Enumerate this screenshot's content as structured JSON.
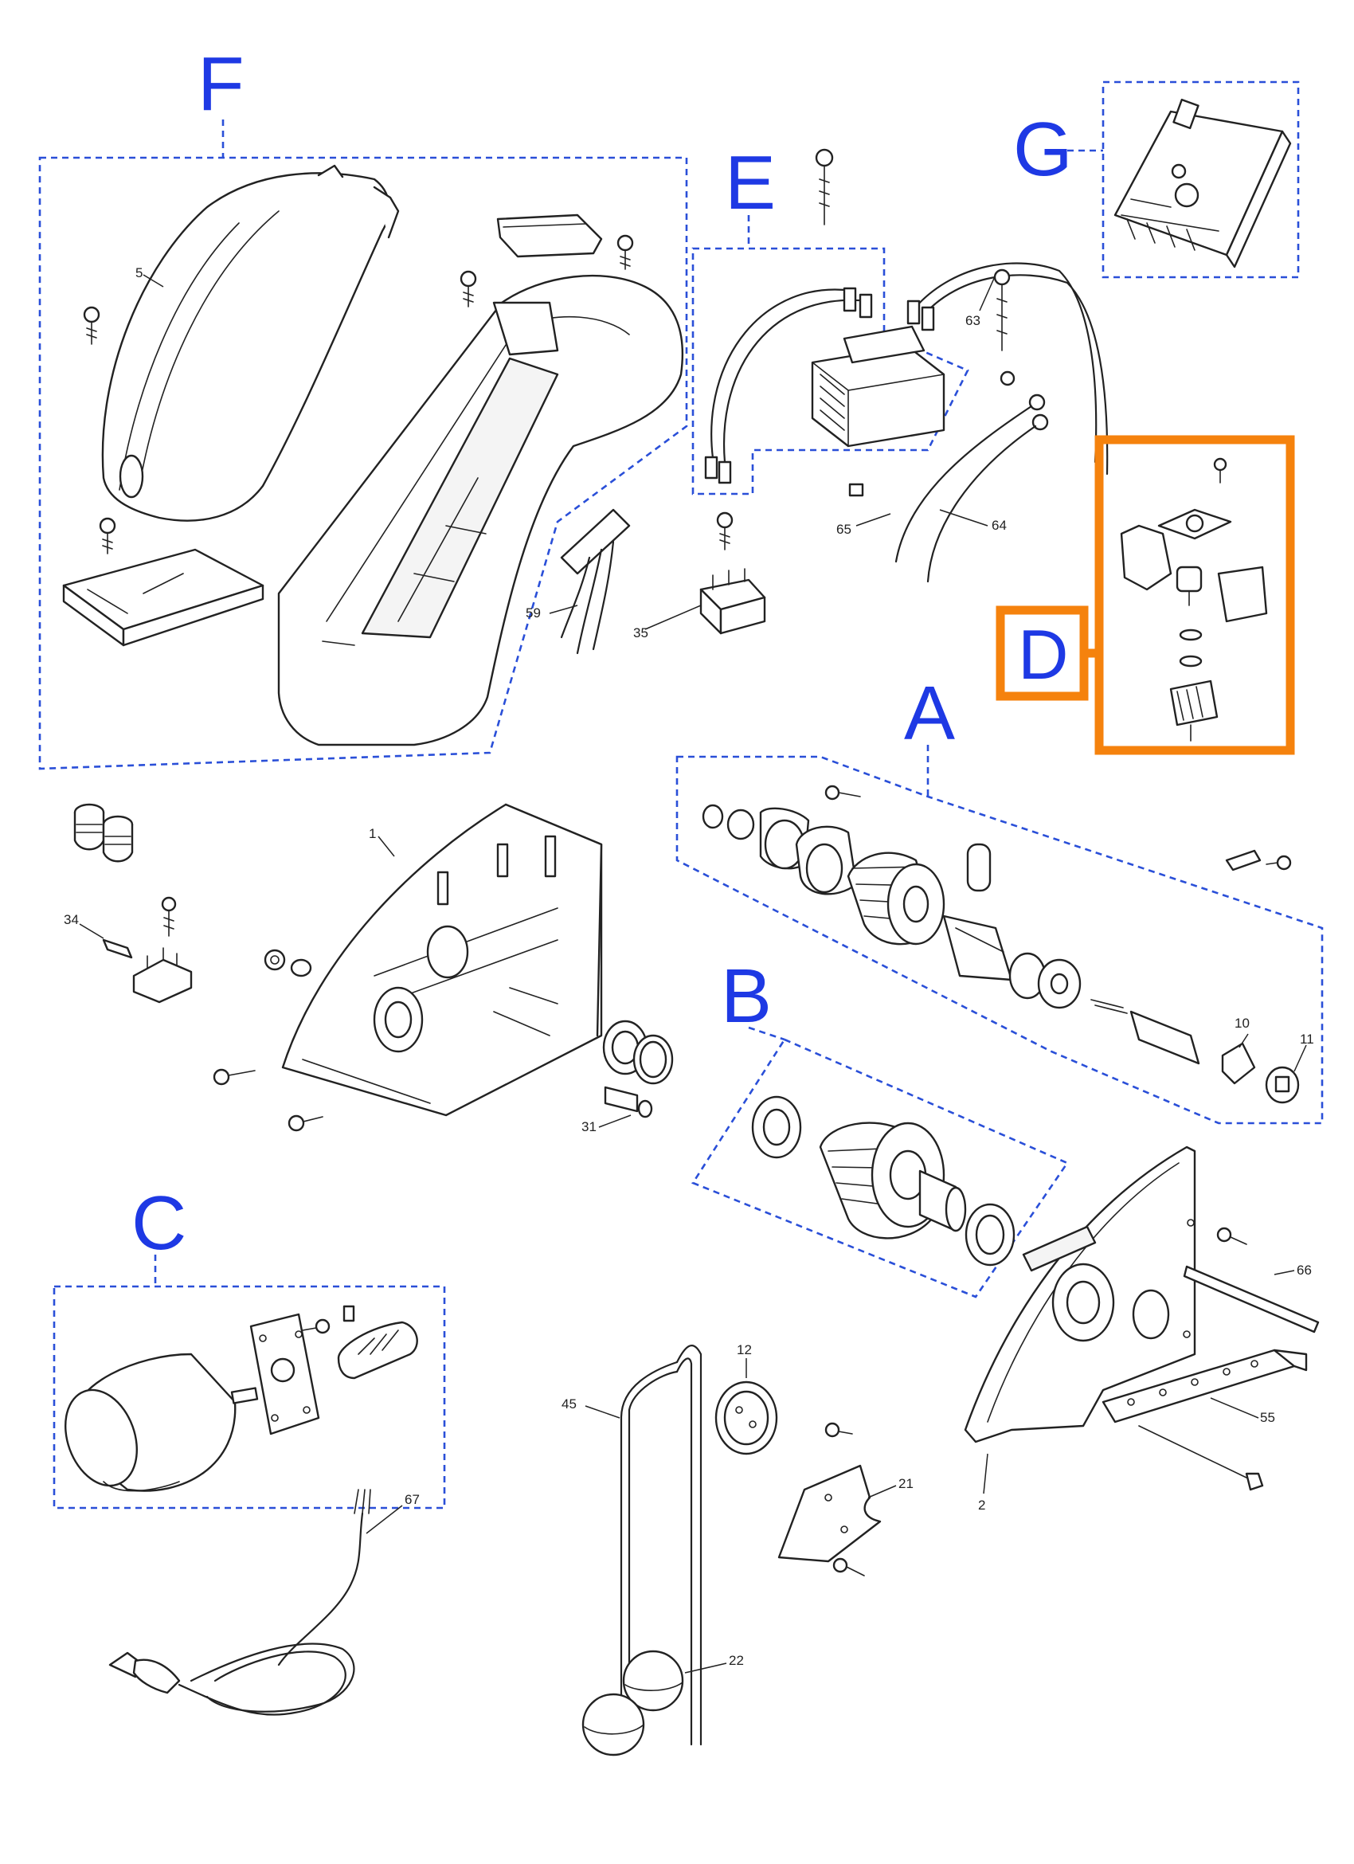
{
  "groups": {
    "A": "A",
    "B": "B",
    "C": "C",
    "D": "D",
    "E": "E",
    "F": "F",
    "G": "G"
  },
  "parts": {
    "p1": "1",
    "p2": "2",
    "p5": "5",
    "p10": "10",
    "p11": "11",
    "p12": "12",
    "p21": "21",
    "p22": "22",
    "p31": "31",
    "p34": "34",
    "p35": "35",
    "p45": "45",
    "p55": "55",
    "p59": "59",
    "p63": "63",
    "p64": "64",
    "p65": "65",
    "p66": "66",
    "p67": "67"
  },
  "colors": {
    "group_outline": "#2a4fd8",
    "group_letter": "#1e39e4",
    "highlight": "#f5820d",
    "line_art": "#222222"
  }
}
